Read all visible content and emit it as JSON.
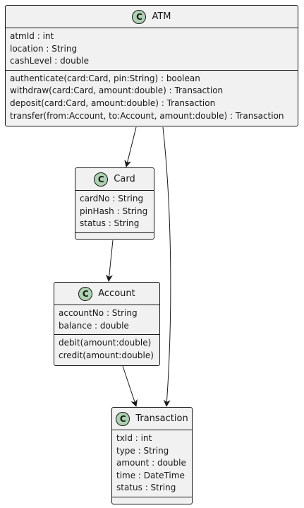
{
  "classes": {
    "atm": {
      "name": "ATM",
      "badge": "C",
      "attributes": [
        "atmId : int",
        "location : String",
        "cashLevel : double"
      ],
      "methods": [
        "authenticate(card:Card, pin:String) : boolean",
        "withdraw(card:Card, amount:double) : Transaction",
        "deposit(card:Card, amount:double) : Transaction",
        "transfer(from:Account, to:Account, amount:double) : Transaction"
      ]
    },
    "card": {
      "name": "Card",
      "badge": "C",
      "attributes": [
        "cardNo : String",
        "pinHash : String",
        "status : String"
      ],
      "methods": []
    },
    "account": {
      "name": "Account",
      "badge": "C",
      "attributes": [
        "accountNo : String",
        "balance : double"
      ],
      "methods": [
        "debit(amount:double)",
        "credit(amount:double)"
      ]
    },
    "transaction": {
      "name": "Transaction",
      "badge": "C",
      "attributes": [
        "txId : int",
        "type : String",
        "amount : double",
        "time : DateTime",
        "status : String"
      ],
      "methods": []
    }
  },
  "relations": [
    {
      "from": "ATM",
      "to": "Card"
    },
    {
      "from": "ATM",
      "to": "Transaction"
    },
    {
      "from": "Card",
      "to": "Account"
    },
    {
      "from": "Account",
      "to": "Transaction"
    }
  ],
  "colors": {
    "box_fill": "#f1f1f1",
    "border": "#181818",
    "badge_fill": "#add1b2",
    "text": "#181818"
  }
}
